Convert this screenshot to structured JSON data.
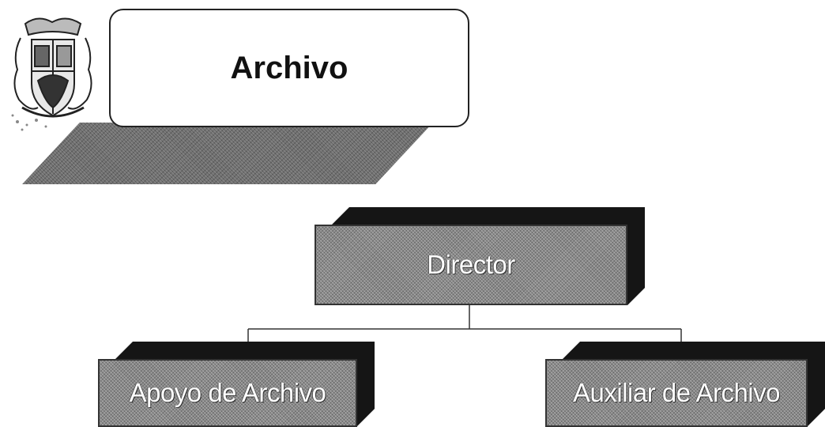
{
  "title": "Archivo",
  "nodes": {
    "director": "Director",
    "apoyo": "Apoyo de Archivo",
    "auxiliar": "Auxiliar de Archivo"
  },
  "colors": {
    "node_fill": "#6f6f6f",
    "node_shadow": "#151515",
    "label_text": "#ffffff",
    "title_border": "#222222"
  },
  "icons": {
    "logo": "coat-of-arms-icon"
  }
}
